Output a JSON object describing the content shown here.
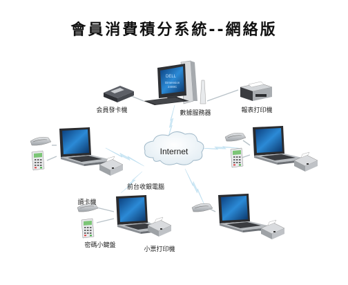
{
  "title": "會員消費積分系統--網絡版",
  "nodes": {
    "card_issuer": {
      "label": "会員發卡機",
      "icon": "card-issuer-icon"
    },
    "server": {
      "label": "數據服務器",
      "icon": "server-icon",
      "monitor_text_1": "DELL",
      "monitor_text_2": "Dimension",
      "monitor_text_3": "2400C"
    },
    "report_printer": {
      "label": "報表打印機",
      "icon": "report-printer-icon"
    },
    "internet": {
      "label": "Internet",
      "icon": "cloud-icon"
    },
    "pos_terminal": {
      "label": "前台收銀電腦",
      "icon": "laptop-icon"
    },
    "card_reader": {
      "label": "讀卡機",
      "icon": "card-reader-icon"
    },
    "keypad": {
      "label": "密碼小鍵盤",
      "icon": "keypad-icon"
    },
    "receipt_printer": {
      "label": "小票打印機",
      "icon": "receipt-printer-icon"
    }
  },
  "colors": {
    "lightning": "#cfe9f6",
    "cloud_edge": "#9fb8c8",
    "keypad_green": "#7cc576",
    "laptop_screen": "#1e6fb8"
  }
}
